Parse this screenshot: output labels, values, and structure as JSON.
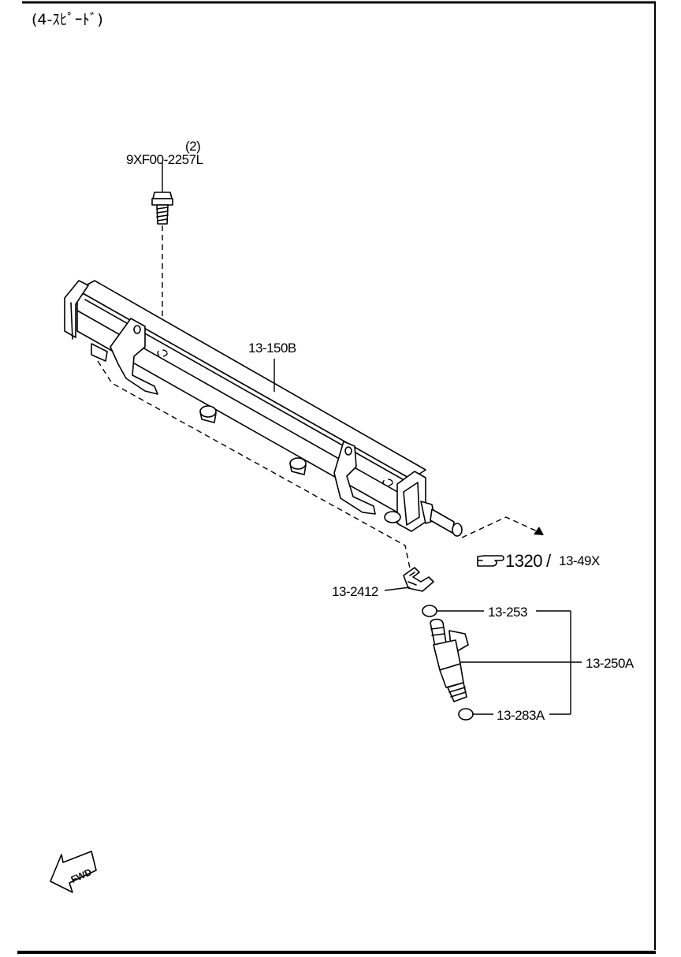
{
  "header": {
    "variant": "(4-ｽﾋﾟｰﾄﾞ)"
  },
  "parts": {
    "bolt_qty": "(2)",
    "bolt": "9XF00-2257L",
    "fuel_rail": "13-150B",
    "clip": "13-2412",
    "o_ring_upper": "13-253",
    "injector": "13-250A",
    "o_ring_lower": "13-283A"
  },
  "reference": {
    "main": "1320",
    "separator": "/",
    "sub": "13-49X"
  },
  "direction": {
    "label": "FWD"
  },
  "icons": {
    "reference": "pointing-hand-icon",
    "direction": "fwd-arrow-icon"
  }
}
